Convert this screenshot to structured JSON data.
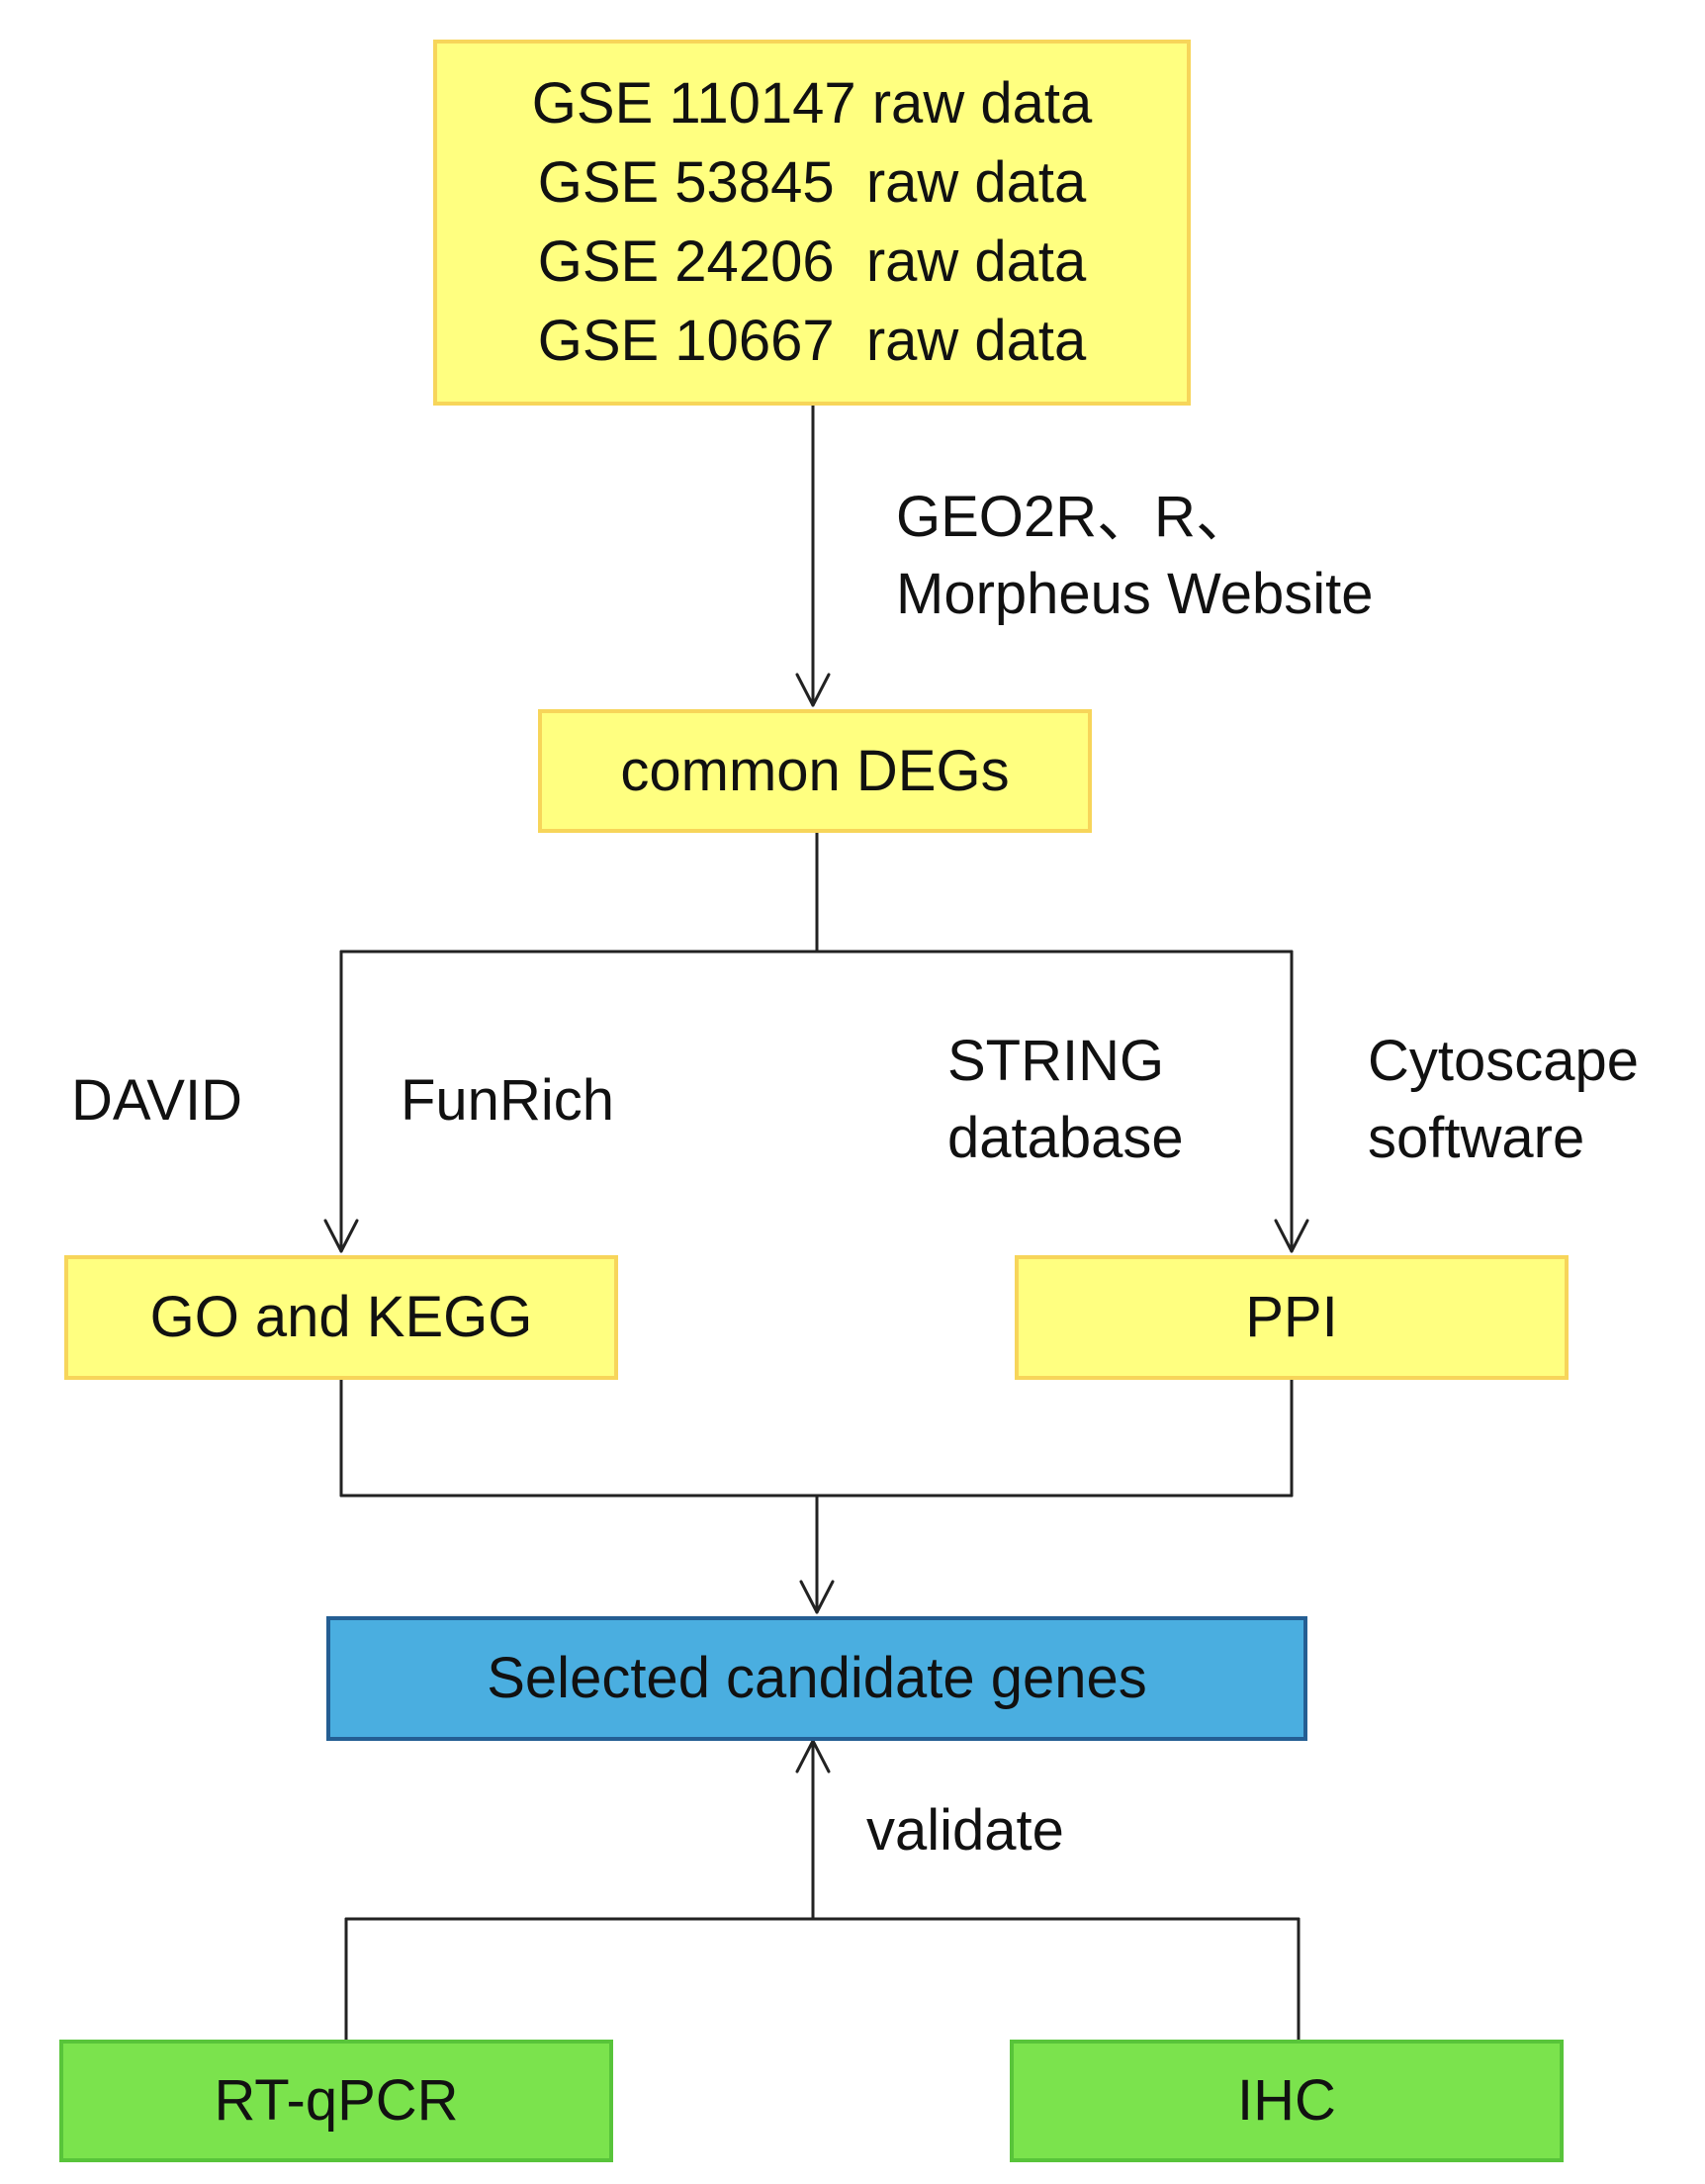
{
  "datasets": [
    "GSE 110147 raw data",
    "GSE 53845  raw data",
    "GSE 24206  raw data",
    "GSE 10667  raw data"
  ],
  "tools_top": [
    "GEO2R、R、",
    "Morpheus Website"
  ],
  "common_degs": "common DEGs",
  "left_tool_1": "DAVID",
  "left_tool_2": "FunRich",
  "right_tool_1": [
    "STRING",
    "database"
  ],
  "right_tool_2": [
    "Cytoscape",
    "software"
  ],
  "go_kegg": "GO and KEGG",
  "ppi": "PPI",
  "selected": "Selected candidate genes",
  "validate": "validate",
  "rt_qpcr": "RT-qPCR",
  "ihc": "IHC",
  "colors": {
    "yellow_fill": "#ffff80",
    "yellow_border": "#f7d55a",
    "blue_fill": "#4aaee0",
    "blue_border": "#245e93",
    "green_fill": "#7be34d",
    "green_border": "#58c43a"
  }
}
